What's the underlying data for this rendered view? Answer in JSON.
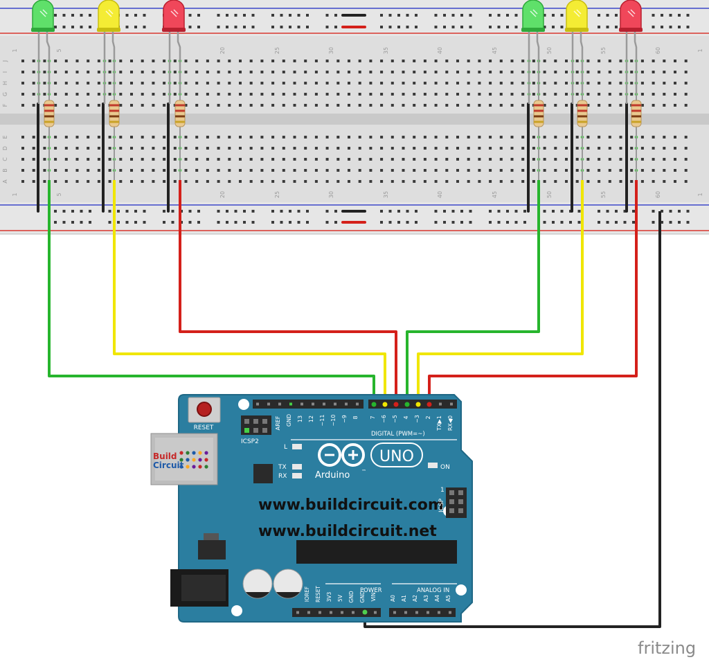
{
  "colors": {
    "board": "#2b7ea0",
    "board_edge": "#1f6785",
    "breadboard": "#dcdcdc",
    "rail_red": "#d9372e",
    "rail_blue": "#3b46c8",
    "wire_green": "#27b52d",
    "wire_yellow": "#f0e600",
    "wire_red": "#d4201a",
    "wire_black": "#222222"
  },
  "breadboard": {
    "column_numbers": [
      "5",
      "20",
      "25",
      "30",
      "35",
      "40",
      "45",
      "50",
      "55",
      "60"
    ],
    "row_letters_top": [
      "J",
      "I",
      "H",
      "G",
      "F"
    ],
    "row_letters_bottom": [
      "E",
      "D",
      "C",
      "B",
      "A"
    ],
    "top_rail_markers": [
      "1",
      "1"
    ],
    "bottom_rail_markers": [
      "1",
      "1"
    ]
  },
  "leds": [
    {
      "color_name": "green",
      "fill": "#5fe06a",
      "dark": "#2fa83a"
    },
    {
      "color_name": "yellow",
      "fill": "#f4ec34",
      "dark": "#c8bd10"
    },
    {
      "color_name": "red",
      "fill": "#f0475a",
      "dark": "#b8202f"
    },
    {
      "color_name": "green",
      "fill": "#5fe06a",
      "dark": "#2fa83a"
    },
    {
      "color_name": "yellow",
      "fill": "#f4ec34",
      "dark": "#c8bd10"
    },
    {
      "color_name": "red",
      "fill": "#f0475a",
      "dark": "#b8202f"
    }
  ],
  "arduino": {
    "reset_label": "RESET",
    "icsp2_label": "ICSP2",
    "l_label": "L",
    "tx_label": "TX",
    "rx_label": "RX",
    "on_label": "ON",
    "uno_label": "UNO",
    "brand_label": "Arduino",
    "tm_label": "™",
    "digital_label": "DIGITAL (PWM=~)",
    "icsp_label": "ICSP",
    "icsp_pin1": "1",
    "power_label": "POWER",
    "analog_label": "ANALOG IN",
    "website_1": "www.buildcircuit.com",
    "website_2": "www.buildcircuit.net",
    "usb_brand_1": "Build",
    "usb_brand_2": "Circuit",
    "top_header_pins": [
      "AREF",
      "GND",
      "13",
      "12",
      "~11",
      "~10",
      "~9",
      "8"
    ],
    "digital_pins": [
      "7",
      "~6",
      "~5",
      "4",
      "~3",
      "2",
      "TX▶1",
      "RX◀0"
    ],
    "power_pins": [
      "IOREF",
      "RESET",
      "3V3",
      "5V",
      "GND",
      "GND",
      "VIN"
    ],
    "analog_pins": [
      "A0",
      "A1",
      "A2",
      "A3",
      "A4",
      "A5"
    ]
  },
  "footer": {
    "fritzing": "fritzing"
  }
}
